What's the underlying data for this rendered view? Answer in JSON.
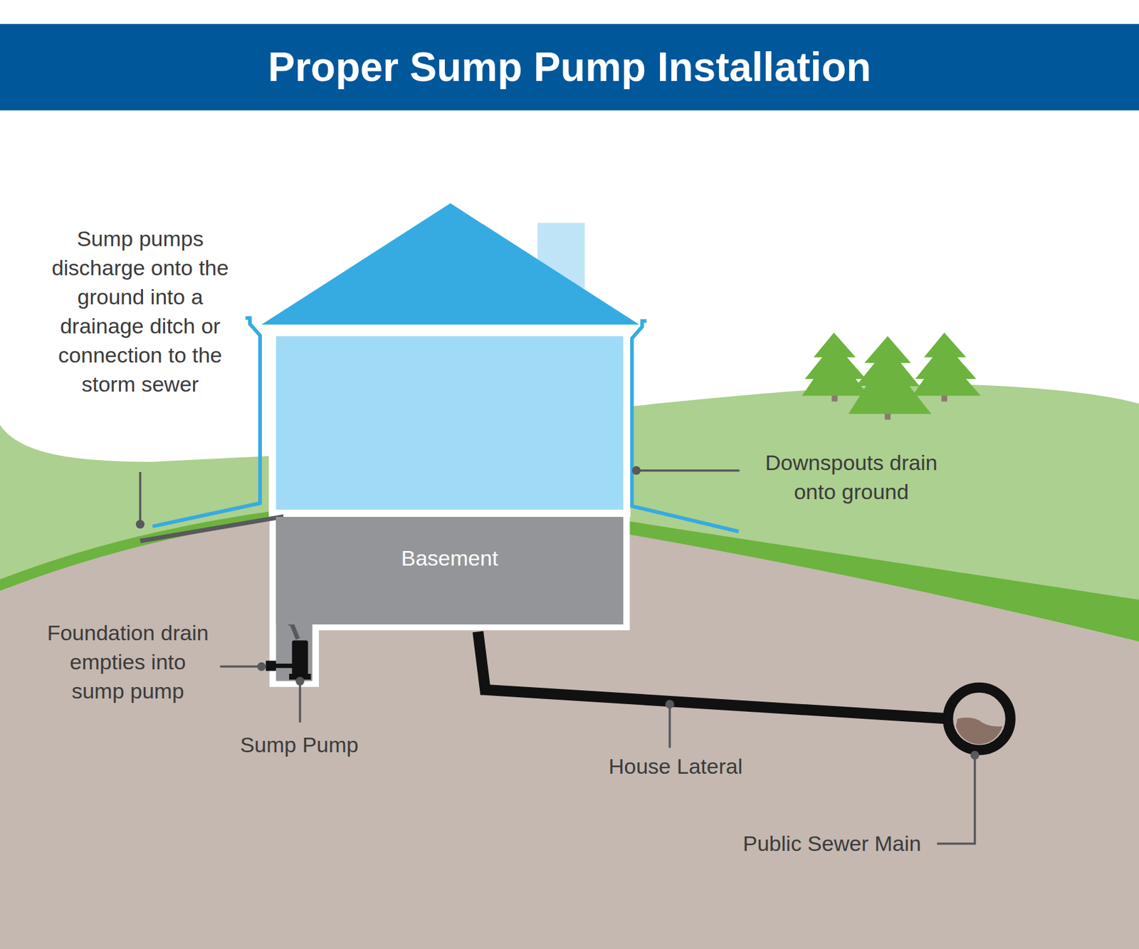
{
  "diagram": {
    "title": "Proper Sump Pump Installation",
    "nodes": [
      {
        "text": [
          "Basement"
        ]
      }
    ],
    "labels": [
      "Sump pumps discharge onto the ground into a drainage ditch or connection to the storm sewer",
      "Downspouts drain onto ground",
      "Foundation drain empties into sump pump",
      "Sump Pump",
      "House Lateral",
      "Public Sewer Main"
    ]
  }
}
